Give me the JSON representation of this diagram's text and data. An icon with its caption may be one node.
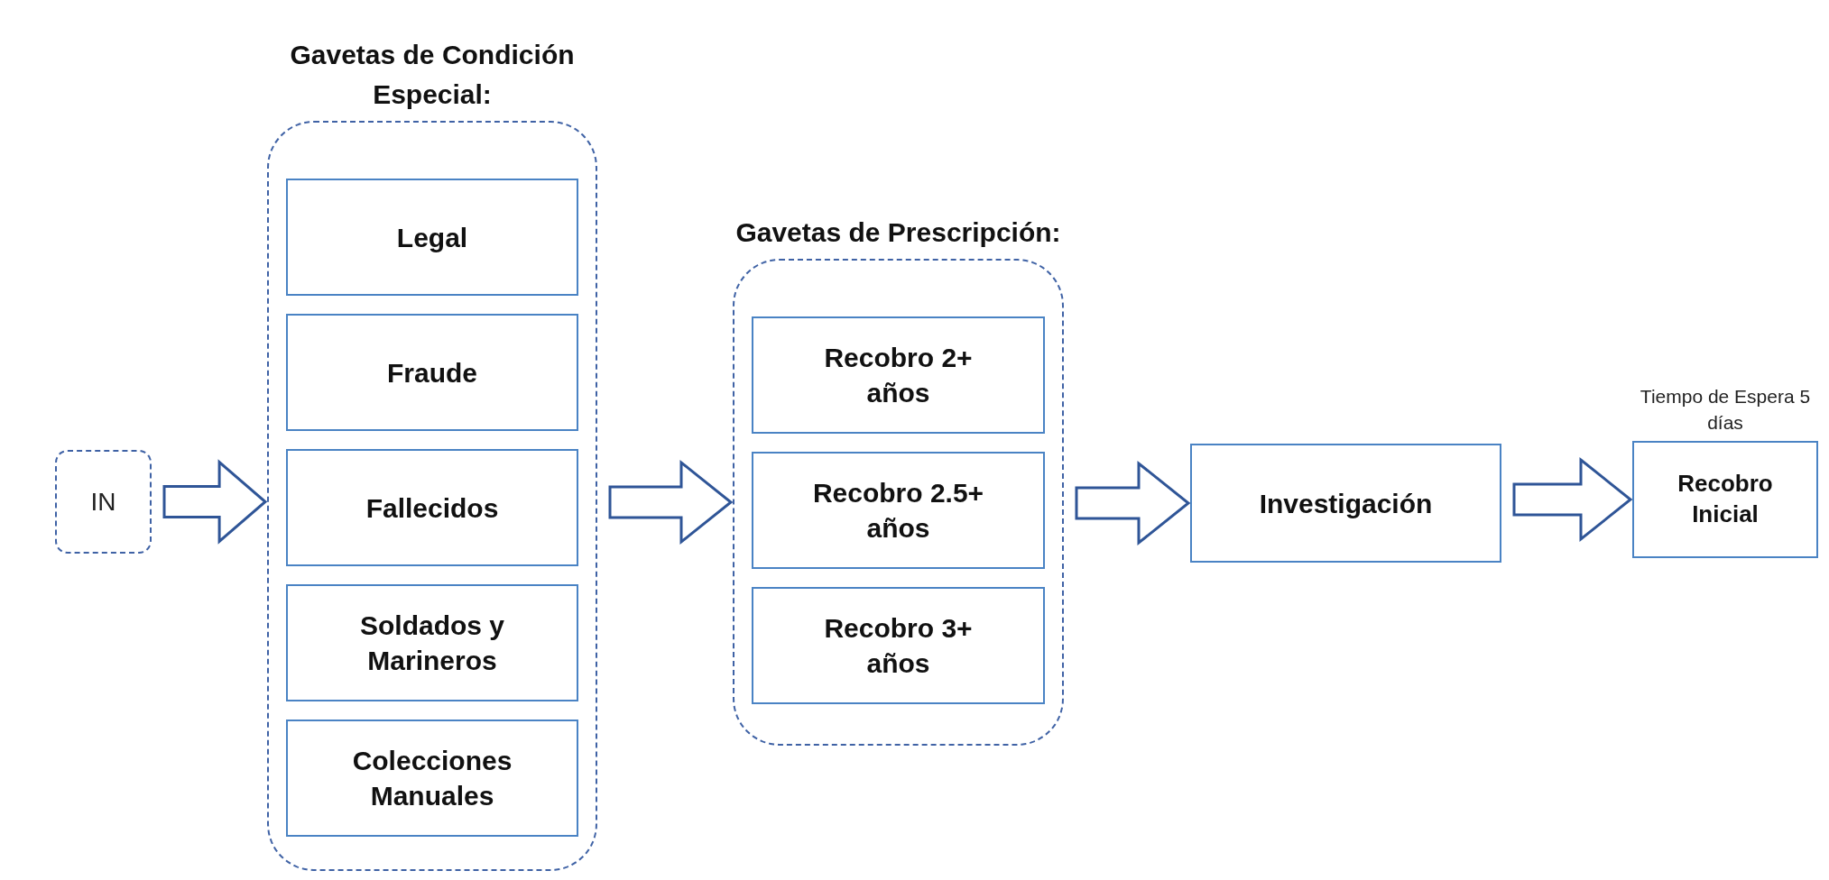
{
  "diagram": {
    "nodes": [
      {
        "text": [
          "IN"
        ]
      },
      {
        "text": [
          "Gavetas de Condición Especial:"
        ]
      },
      {
        "text": [
          "Legal"
        ],
        "in": 1
      },
      {
        "text": [
          "Fraude"
        ],
        "in": 1
      },
      {
        "text": [
          "Fallecidos"
        ],
        "in": 1
      },
      {
        "text": [
          "Soldados y Marineros"
        ],
        "in": 1
      },
      {
        "text": [
          "Colecciones Manuales"
        ],
        "in": 1
      },
      {
        "text": [
          "Gavetas de Prescripción:"
        ]
      },
      {
        "text": [
          "Recobro 2+ años"
        ],
        "in": 7
      },
      {
        "text": [
          "Recobro 2.5+ años"
        ],
        "in": 7
      },
      {
        "text": [
          "Recobro 3+ años"
        ],
        "in": 7
      },
      {
        "text": [
          "Investigación"
        ]
      },
      {
        "text": [
          "Recobro Inicial"
        ],
        "beside": [
          "Tiempo de Espera 5 días"
        ]
      }
    ],
    "edges": [
      {
        "from": 0,
        "to": 1,
        "arrow": "to"
      },
      {
        "from": 1,
        "to": 7,
        "arrow": "to"
      },
      {
        "from": 7,
        "to": 11,
        "arrow": "to"
      },
      {
        "from": 11,
        "to": 12,
        "arrow": "to"
      }
    ]
  }
}
